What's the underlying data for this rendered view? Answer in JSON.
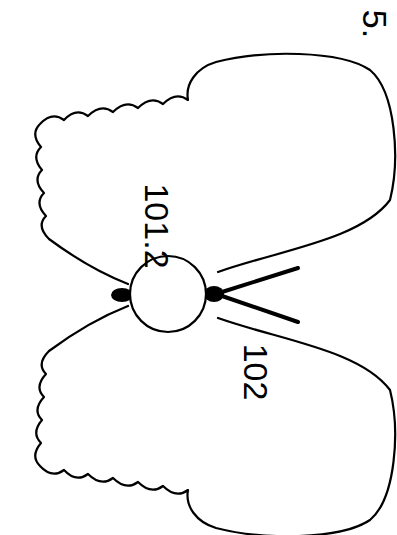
{
  "diagram": {
    "labels": [
      "5.",
      "101.2",
      "102"
    ]
  }
}
